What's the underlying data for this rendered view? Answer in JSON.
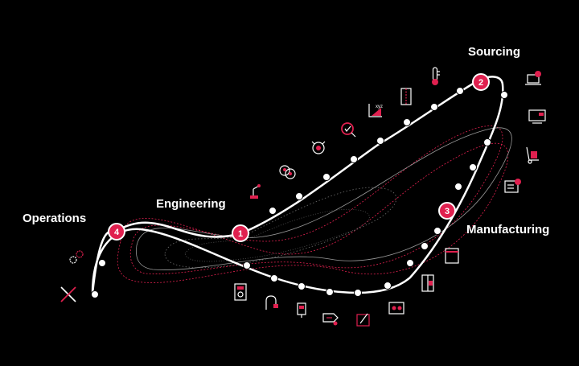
{
  "colors": {
    "background": "#000000",
    "path": "#ffffff",
    "accent": "#e0204f",
    "faint": "#7a7a7a"
  },
  "stages": [
    {
      "number": "1",
      "label": "Engineering"
    },
    {
      "number": "2",
      "label": "Sourcing"
    },
    {
      "number": "3",
      "label": "Manufacturing"
    },
    {
      "number": "4",
      "label": "Operations"
    }
  ],
  "icons": [
    "robot-arm-icon",
    "people-chat-icon",
    "gear-head-icon",
    "magnifier-check-icon",
    "xyz-graph-icon",
    "door-panel-icon",
    "thermometer-icon",
    "laptop-icon",
    "monitor-icon",
    "hand-truck-icon",
    "checklist-icon",
    "frame-icon",
    "cabinet-icon",
    "control-panel-icon",
    "wrench-board-icon",
    "price-tag-icon",
    "usb-device-icon",
    "cable-plug-icon",
    "multimeter-icon",
    "wrench-screwdriver-icon",
    "gears-icon"
  ]
}
